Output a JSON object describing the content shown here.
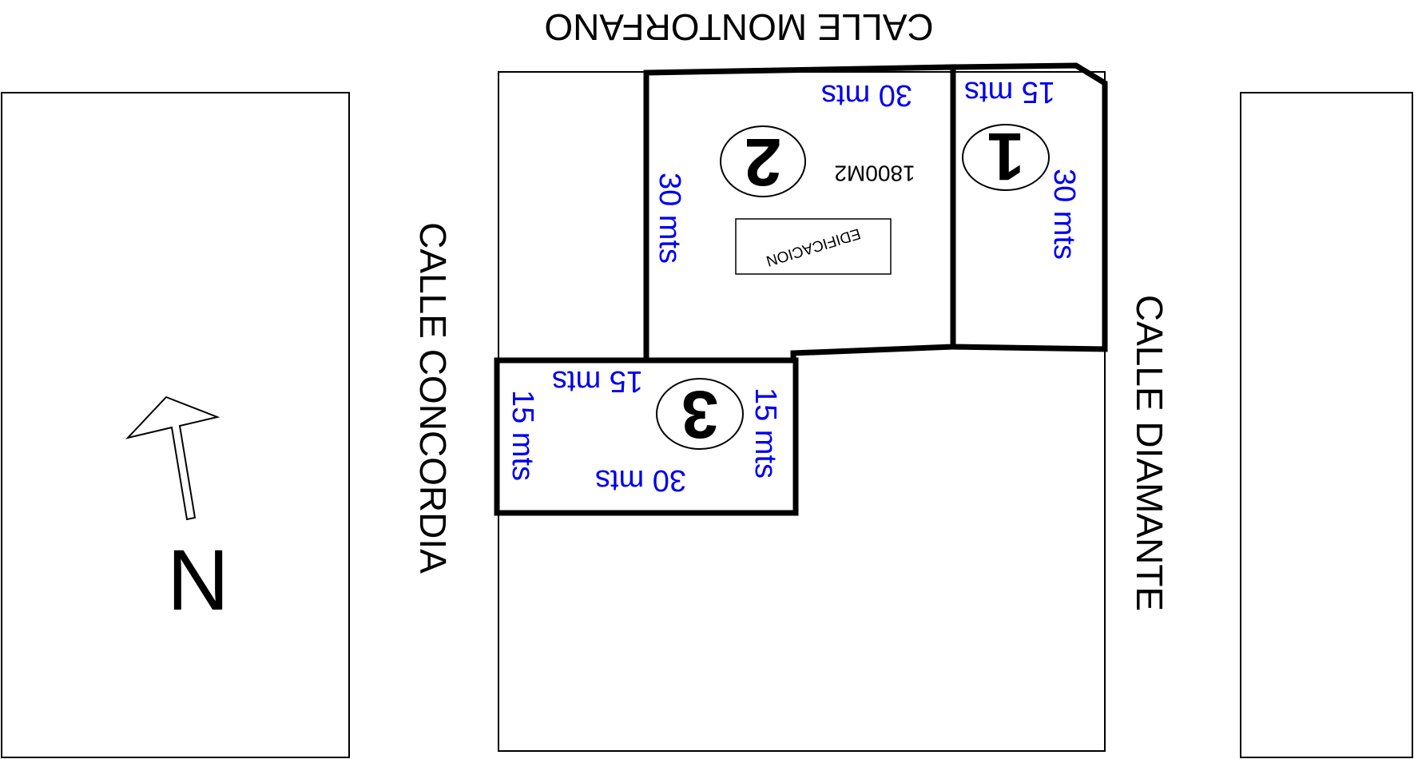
{
  "streets": {
    "north": "CALLE MONTORFANO",
    "west": "CALLE CONCORDIA",
    "east": "CALLE DIAMANTE"
  },
  "lots": [
    {
      "number": "1",
      "dims": {
        "top": "15 mts",
        "side": "30 mts"
      }
    },
    {
      "number": "2",
      "dims": {
        "top": "30 mts",
        "side": "30 mts"
      },
      "area": "1800M2",
      "building_label": "EDIFICACION"
    },
    {
      "number": "3",
      "dims": {
        "top": "15 mts",
        "bottom": "30 mts",
        "left": "15 mts",
        "right": "15 mts"
      }
    }
  ],
  "compass": {
    "label": "N"
  },
  "colors": {
    "dimension_text": "#0000ee",
    "lines": "#000000",
    "background": "#ffffff"
  }
}
